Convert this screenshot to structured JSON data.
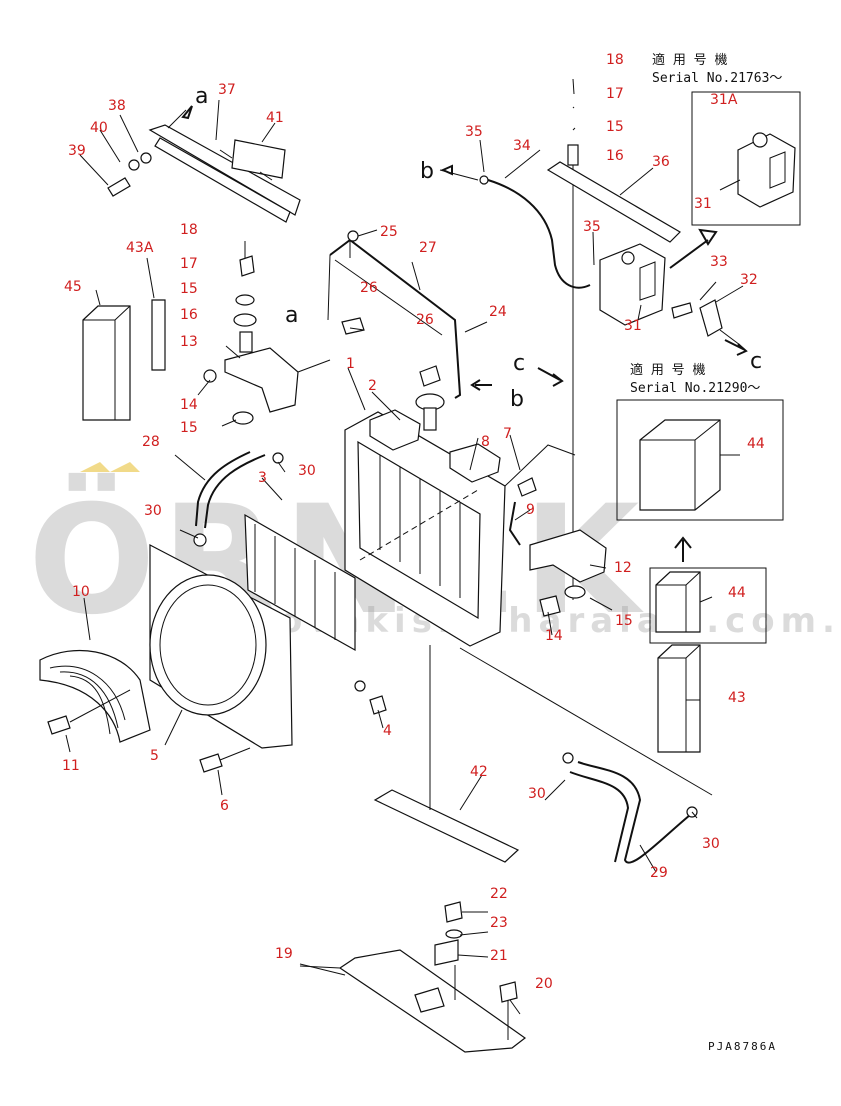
{
  "diagram": {
    "reference_code": "PJA8786A",
    "watermark_main": "ÖRNEK",
    "watermark_url": "www.ovakismaharalari.com.tr",
    "serial_notes": [
      {
        "heading": "適 用 号 機",
        "serial": "Serial No.21763～"
      },
      {
        "heading": "適 用 号 機",
        "serial": "Serial No.21290～"
      }
    ],
    "view_letters": [
      "a",
      "a",
      "b",
      "b",
      "c",
      "c"
    ],
    "colors": {
      "callout": "#d01f1f",
      "line": "#111111",
      "watermark": "#9a9a9a",
      "watermark_accent": "#e8c23a"
    }
  },
  "callouts": [
    "1",
    "2",
    "3",
    "4",
    "5",
    "6",
    "7",
    "8",
    "9",
    "10",
    "11",
    "12",
    "13",
    "14",
    "14",
    "15",
    "15",
    "15",
    "15",
    "16",
    "16",
    "17",
    "17",
    "18",
    "18",
    "19",
    "20",
    "21",
    "22",
    "23",
    "24",
    "25",
    "26",
    "26",
    "27",
    "28",
    "29",
    "30",
    "30",
    "30",
    "30",
    "31",
    "31",
    "31A",
    "32",
    "33",
    "34",
    "35",
    "35",
    "36",
    "37",
    "38",
    "39",
    "40",
    "41",
    "42",
    "43",
    "43A",
    "44",
    "44",
    "45"
  ]
}
